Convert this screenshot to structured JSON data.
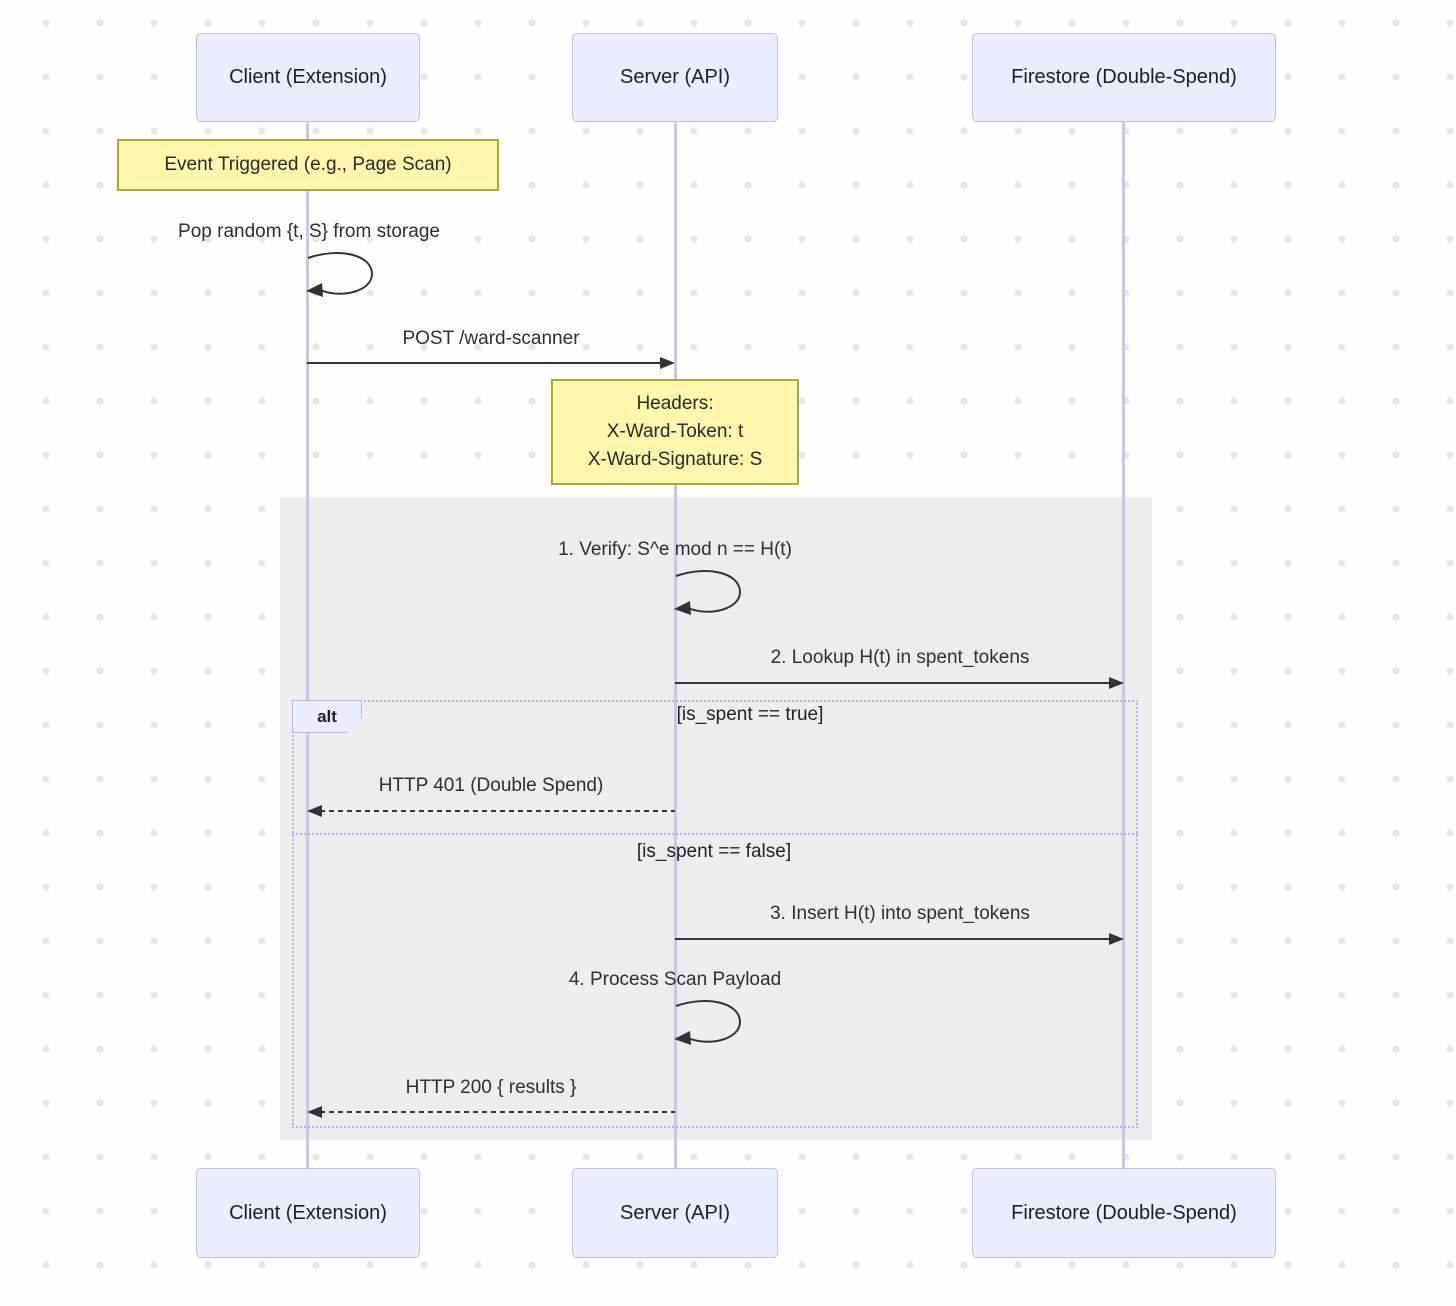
{
  "participants": [
    {
      "label": "Client (Extension)"
    },
    {
      "label": "Server (API)"
    },
    {
      "label": "Firestore (Double-Spend)"
    }
  ],
  "notes": {
    "event": "Event Triggered (e.g., Page Scan)",
    "headers": {
      "line1": "Headers:",
      "line2": "X-Ward-Token: t",
      "line3": "X-Ward-Signature: S"
    }
  },
  "messages": {
    "pop": "Pop random {t, S} from storage",
    "post": "POST /ward-scanner",
    "verify": "1. Verify: S^e mod n == H(t)",
    "lookup": "2. Lookup H(t) in spent_tokens",
    "http401": "HTTP 401 (Double Spend)",
    "insert": "3. Insert H(t) into spent_tokens",
    "process": "4. Process Scan Payload",
    "http200": "HTTP 200 { results }"
  },
  "alt": {
    "label": "alt",
    "condition_true": "[is_spent == true]",
    "condition_false": "[is_spent == false]"
  },
  "colors": {
    "actor_fill": "#ececff",
    "actor_border": "#c6beea",
    "note_fill": "#fff5ad",
    "note_border": "#aaaa33",
    "lifeline": "#cfc3ee",
    "overlay": "#ededed",
    "frame_border": "#bfaeea",
    "arrow": "#333333",
    "msg_text": "#2f2f2f",
    "text_dark": "#1f1f1f",
    "dot_grid": "#e9e6e8"
  }
}
